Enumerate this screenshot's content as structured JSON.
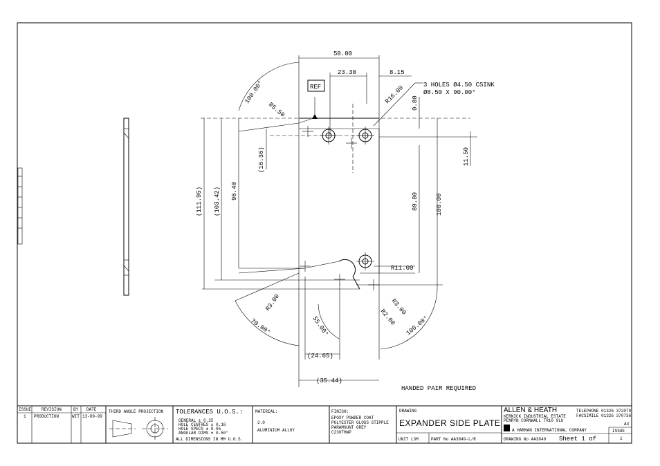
{
  "drawing": {
    "dimensions": {
      "width_top": "50.00",
      "width_inner": "23.30",
      "offset_right": "8.15",
      "holes_note_1": "3 HOLES Ø4.50 CSINK",
      "holes_note_2": "Ø8.50 X 90.00°",
      "ref_label": "REF",
      "angle_top_left": "100.00°",
      "radius_top_left": "R5.50",
      "radius_top_right": "R16.00",
      "dim_080": "0.80",
      "dim_1636": "(16.36)",
      "dim_1150": "11.50",
      "dim_11195": "(111.95)",
      "dim_10342": "(103.42)",
      "dim_9640": "96.40",
      "dim_8980": "89.80",
      "dim_10800": "108.00",
      "radius_r1100": "R11.00",
      "radius_r300_left": "R3.00",
      "radius_r300_right": "R3.00",
      "radius_r200": "R2.00",
      "angle_5500": "55.00°",
      "angle_7000": "70.00°",
      "angle_10000_bottom": "100.00°",
      "dim_2465": "(24.65)",
      "dim_3544": "(35.44)",
      "handed_note": "HANDED PAIR REQUIRED"
    }
  },
  "title_block": {
    "issue_header": "ISSUE",
    "revision_header": "REVISION",
    "by_header": "BY",
    "date_header": "DATE",
    "issue_value": "1",
    "revision_value": "PRODUCTION",
    "by_value": "WIT",
    "date_value": "13-09-99",
    "projection_label": "THIRD ANGLE PROJECTION",
    "tolerances_title": "TOLERANCES U.O.S.:",
    "tol_general": "GENERAL      ± 0.25",
    "tol_hole_centres": "HOLE CENTRES ± 0.10",
    "tol_hole_specs": "HOLE SPECS   ± 0.05",
    "tol_angular": "ANGULAR DIMS ± 0.50°",
    "tol_units": "ALL DIMENSIONS IN MM U.O.S.",
    "material_title": "MATERIAL:",
    "material_thickness": "3.0",
    "material_value": "ALUMINIUM ALLOY",
    "finish_title": "FINISH:",
    "finish_1": "EPOXY POWDER COAT",
    "finish_2": "POLYESTER GLOSS STIPPLE",
    "finish_3": "PARAMOUNT GREY",
    "finish_4": "C230THWP",
    "drawing_label": "DRAWING",
    "drawing_title": "EXPANDER SIDE PLATE",
    "unit_label": "UNIT L3M",
    "part_label": "PART No AA3849-L/R",
    "company_name": "ALLEN & HEATH",
    "company_addr_1": "KERNICK INDUSTRIAL ESTATE",
    "company_addr_2": "PENRYN CORNWALL TR10 9LU",
    "telephone": "TELEPHONE 01326 372070",
    "facsimile": "FACSIMILE  01326 370736",
    "size": "A3",
    "harman": "A HARMAN INTERNATIONAL COMPANY",
    "drawing_no": "DRAWING No AA3849",
    "sheet": "Sheet 1 of",
    "issue_box_label": "ISSUE",
    "issue_box_value": "1"
  }
}
